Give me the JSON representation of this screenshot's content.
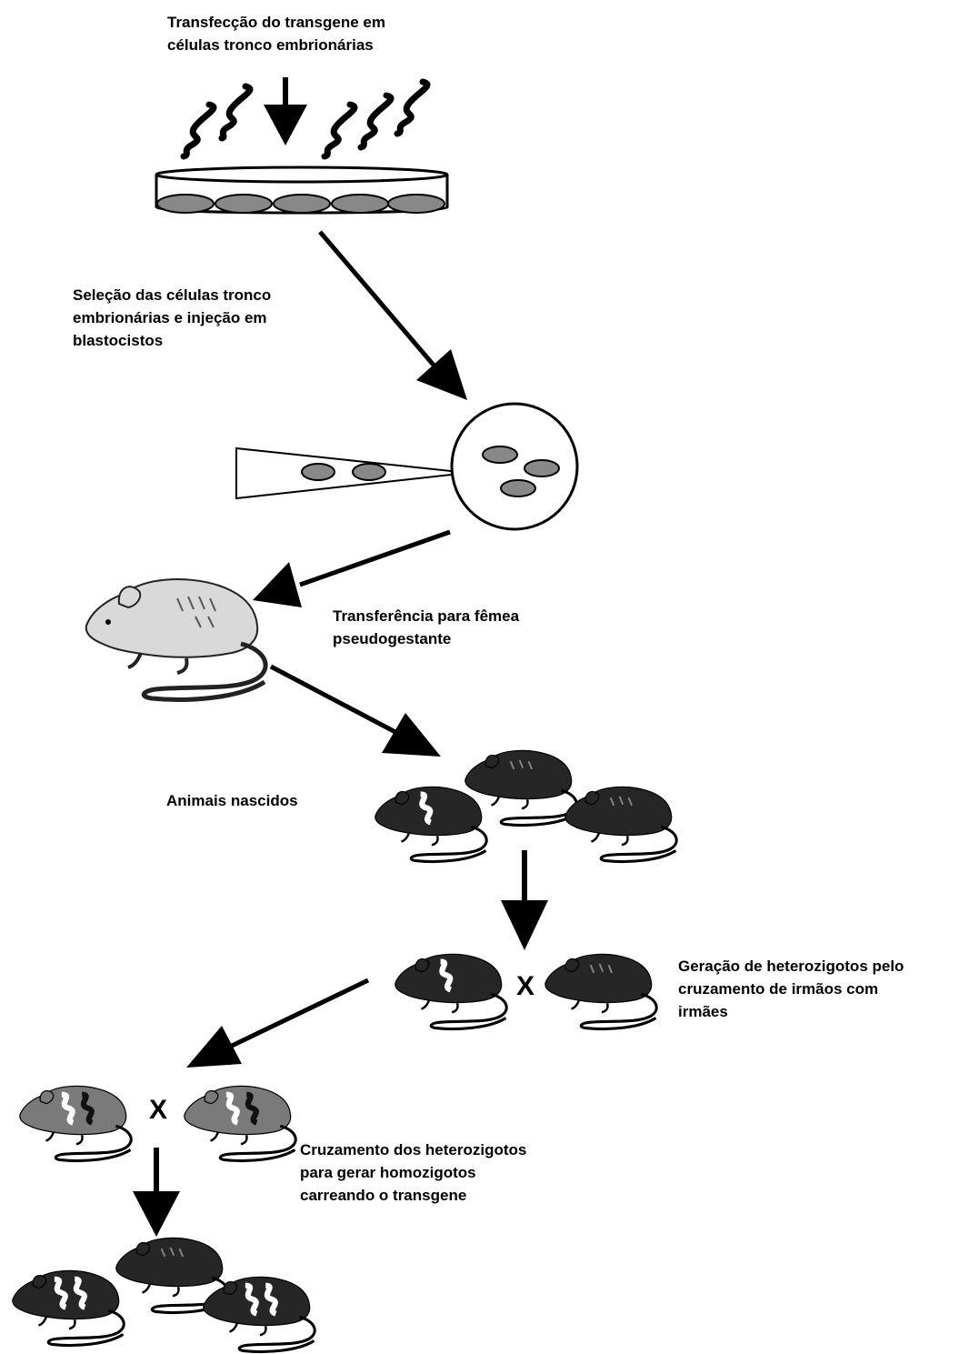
{
  "steps": {
    "transfection": {
      "line1": "Transfecção do transgene em",
      "line2": "células tronco embrionárias"
    },
    "selection": {
      "line1": "Seleção das células tronco",
      "line2": "embrionárias e injeção em",
      "line3": "blastocistos"
    },
    "transfer": {
      "line1": "Transferência para fêmea",
      "line2": "pseudogestante"
    },
    "born": {
      "line1": "Animais nascidos"
    },
    "heterozygotes": {
      "line1": "Geração de heterozigotos pelo",
      "line2": "cruzamento de irmãos com",
      "line3": "irmães"
    },
    "crossing": {
      "line1": "Cruzamento dos heterozigotos",
      "line2": "para gerar homozigotos",
      "line3": "carreando o transgene"
    }
  },
  "cross_symbol": "X",
  "colors": {
    "cell": "#888888",
    "mouse_white": "#d9d9d9",
    "mouse_dark": "#262626",
    "mouse_mid": "#7a7a7a",
    "mark": "#ffffff"
  },
  "icons": [
    "dna-strand-icon",
    "petri-dish-icon",
    "blastocyst-icon",
    "micropipette-icon",
    "mouse-icon"
  ]
}
